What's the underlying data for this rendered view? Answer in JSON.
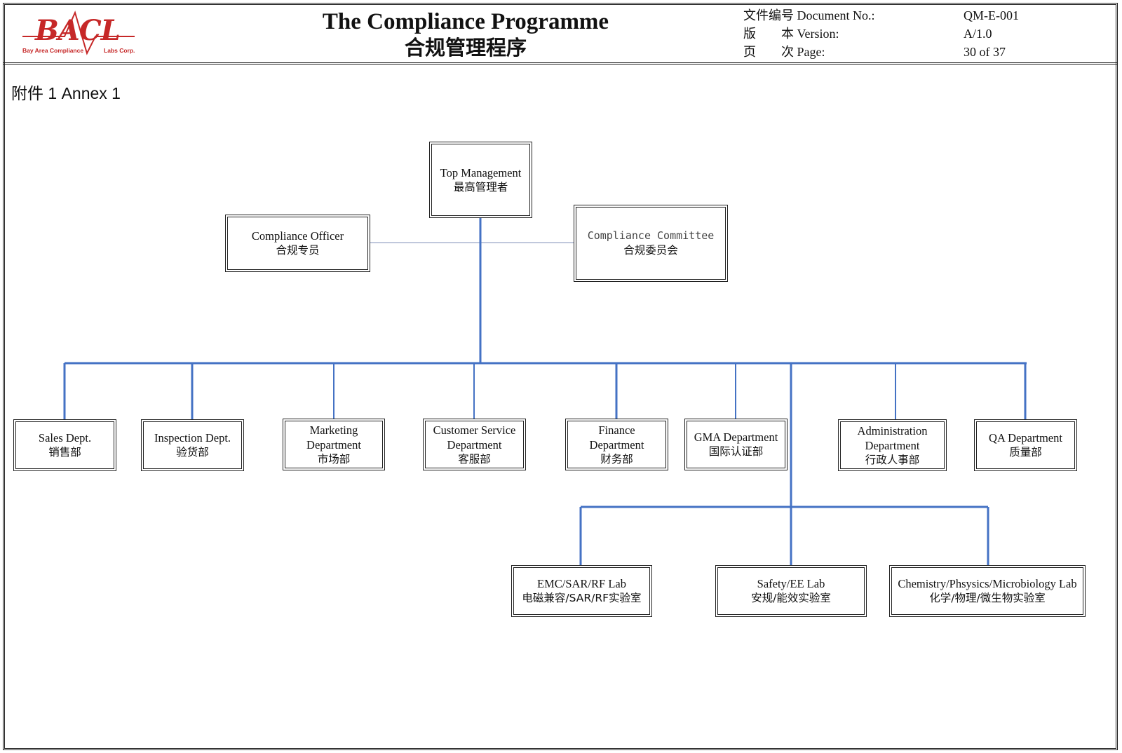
{
  "header": {
    "logo": {
      "text": "BACL",
      "sub_left": "Bay Area Compliance",
      "sub_right": "Labs Corp."
    },
    "title": "The Compliance Programme",
    "title_cn": "合规管理程序",
    "meta": [
      {
        "label": "文件编号 Document No.:",
        "value": "QM-E-001"
      },
      {
        "label": "版　　本 Version:",
        "value": "A/1.0"
      },
      {
        "label": "页　　次 Page:",
        "value": "30 of 37"
      }
    ]
  },
  "annex_label": "附件 1 Annex 1",
  "org": {
    "top_management": {
      "en": "Top Management",
      "cn": "最高管理者"
    },
    "compliance_officer": {
      "en": "Compliance Officer",
      "cn": "合规专员"
    },
    "compliance_committee": {
      "en": "Compliance Committee",
      "cn": "合规委员会"
    },
    "departments": [
      {
        "lines": [
          "Sales Dept."
        ],
        "cn": "销售部"
      },
      {
        "lines": [
          "Inspection Dept."
        ],
        "cn": "验货部"
      },
      {
        "lines": [
          "Marketing",
          "Department"
        ],
        "cn": "市场部"
      },
      {
        "lines": [
          "Customer Service",
          "Department"
        ],
        "cn": "客服部"
      },
      {
        "lines": [
          "Finance",
          "Department"
        ],
        "cn": "财务部"
      },
      {
        "lines": [
          "GMA Department"
        ],
        "cn": "国际认证部"
      },
      {
        "lines": [
          "Administration",
          "Department"
        ],
        "cn": "行政人事部"
      },
      {
        "lines": [
          "QA Department"
        ],
        "cn": "质量部"
      }
    ],
    "labs": [
      {
        "en": "EMC/SAR/RF Lab",
        "cn": "电磁兼容/SAR/RF实验室"
      },
      {
        "en": "Safety/EE Lab",
        "cn": "安规/能效实验室"
      },
      {
        "en": "Chemistry/Phsysics/Microbiology Lab",
        "cn": "化学/物理/微生物实验室"
      }
    ]
  },
  "colors": {
    "connector": "#4472c4",
    "logo": "#c62828",
    "border": "#222222"
  }
}
